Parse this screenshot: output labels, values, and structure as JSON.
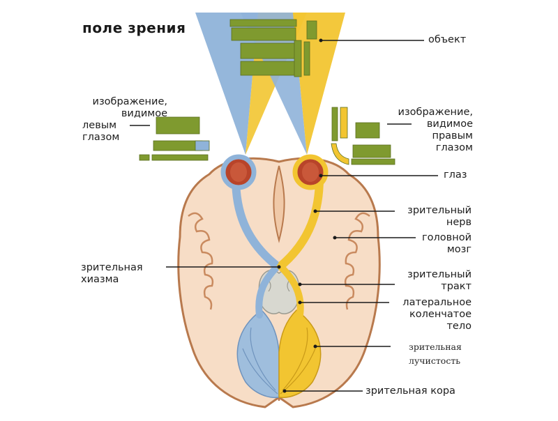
{
  "title": "поле зрения",
  "labels": {
    "object": "объект",
    "left_image": [
      "изображение,",
      "видимое",
      "левым",
      "глазом"
    ],
    "right_image": [
      "изображение,",
      "видимое",
      "правым",
      "глазом"
    ],
    "eye": "глаз",
    "optic_nerve": [
      "зрительный",
      "нерв"
    ],
    "brain": [
      "головной",
      "мозг"
    ],
    "chiasm": [
      "зрительная",
      "хиазма"
    ],
    "optic_tract": [
      "зрительный",
      "тракт"
    ],
    "lgn": [
      "латеральное",
      "коленчатое",
      "тело"
    ],
    "radiation": [
      "зрительная",
      "лучистость"
    ],
    "cortex": "зрительная кора"
  },
  "colors": {
    "blue": "#8fb3d9",
    "yellow": "#f2c531",
    "green": "#7f9a2f",
    "brain_fill": "#f7ddc6",
    "brain_stroke": "#b8794d",
    "eye_red": "#b8442a"
  }
}
